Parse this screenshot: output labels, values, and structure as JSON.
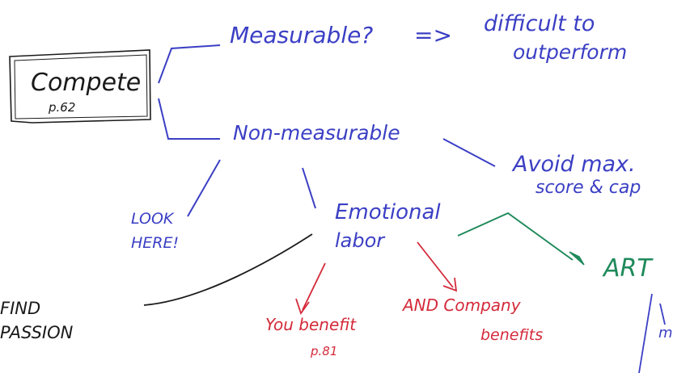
{
  "diagram": {
    "compete": {
      "title": "Compete",
      "page": "p.62"
    },
    "measurable": "Measurable?",
    "arrow_symbol": "=>",
    "difficult_line1": "difficult to",
    "difficult_line2": "outperform",
    "non_measurable": "Non-measurable",
    "avoid_line1": "Avoid max.",
    "avoid_line2": "score & cap",
    "look_line1": "LOOK",
    "look_line2": "HERE!",
    "emotional_line1": "Emotional",
    "emotional_line2": "labor",
    "art": "ART",
    "find_line1": "FIND",
    "find_line2": "PASSION",
    "you_benefit": "You benefit",
    "you_benefit_page": "p.81",
    "and_company_line1": "AND Company",
    "and_company_line2": "benefits",
    "partial_m": "m",
    "colors": {
      "blue_ink": "#3b3fc4",
      "red_ink": "#d42a3a",
      "green_ink": "#1f8a5b",
      "black_ink": "#1a1a1a"
    }
  }
}
